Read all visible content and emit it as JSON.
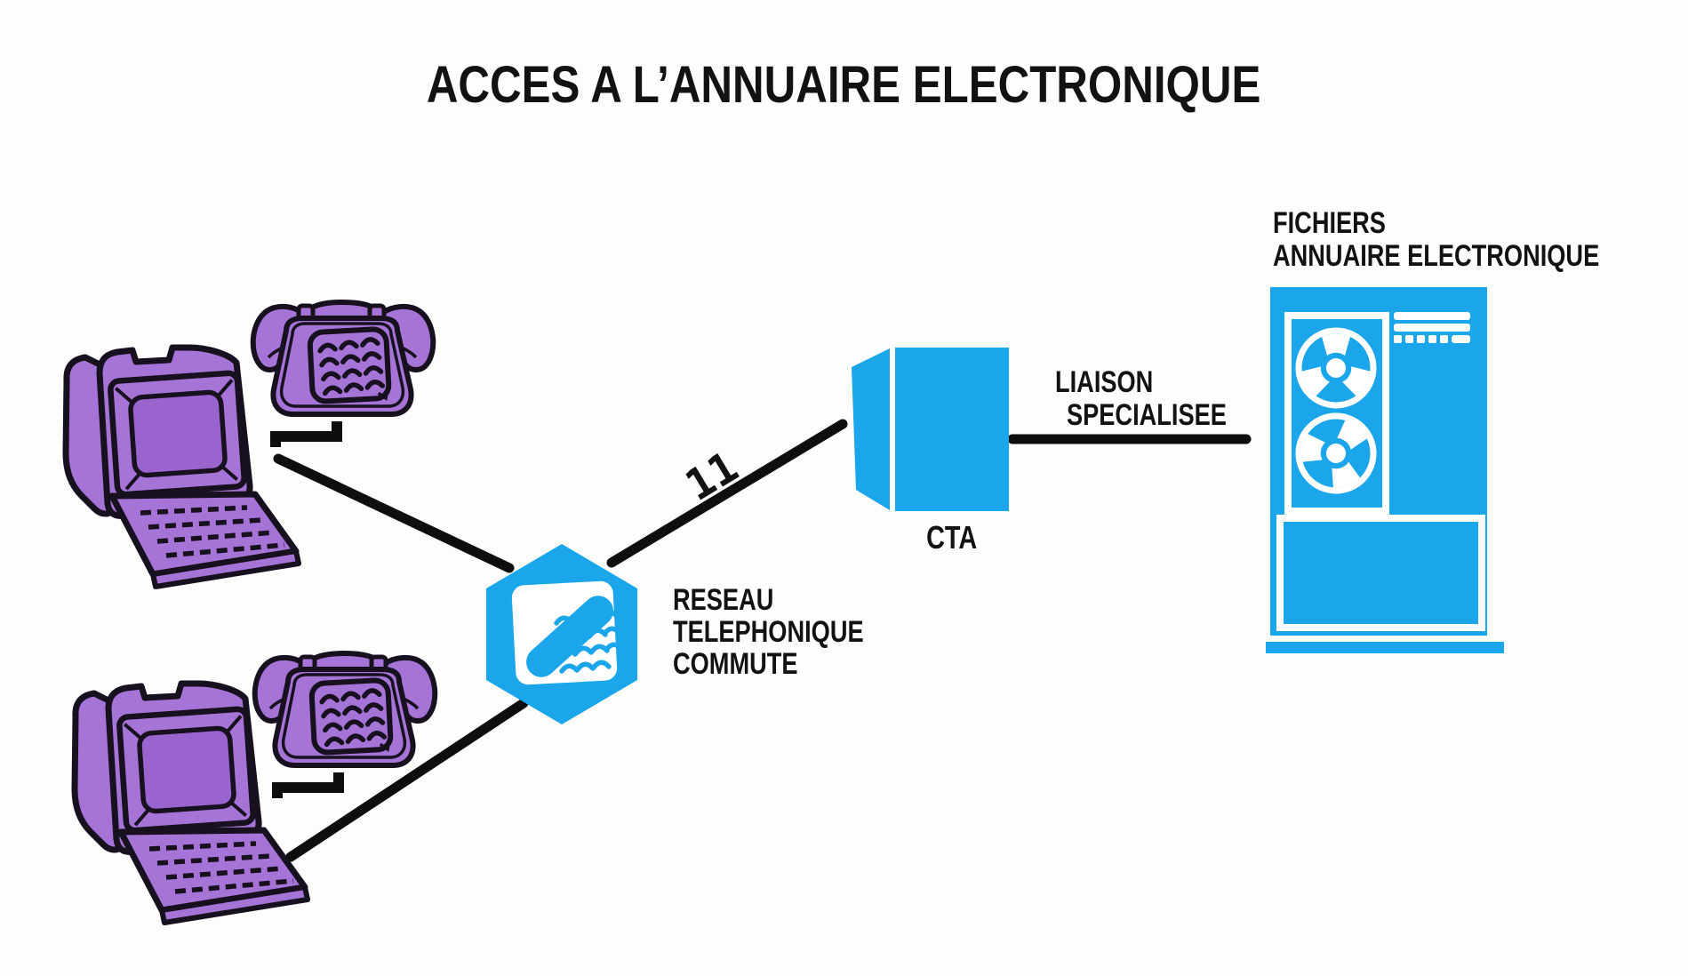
{
  "title": "ACCES A L’ANNUAIRE ELECTRONIQUE",
  "network": [
    "RESEAU",
    "TELEPHONIQUE",
    "COMMUTE"
  ],
  "link_label": "11",
  "cta_label": "CTA",
  "liaison": [
    "LIAISON",
    "SPECIALISEE"
  ],
  "files": [
    "FICHIERS",
    "ANNUAIRE ELECTRONIQUE"
  ],
  "icons": [
    "minitel-terminal",
    "telephone",
    "switched-network-hexagon",
    "telephone-handset-logo",
    "cta-box",
    "mainframe-tape-cabinet"
  ],
  "colors": {
    "background": "#fdfdfc",
    "blue": "#1ba6ec",
    "purple": "#a673d6",
    "purple2": "#9a64cf",
    "outline": "#17101f",
    "line": "#0e0d10",
    "text": "#121212"
  }
}
